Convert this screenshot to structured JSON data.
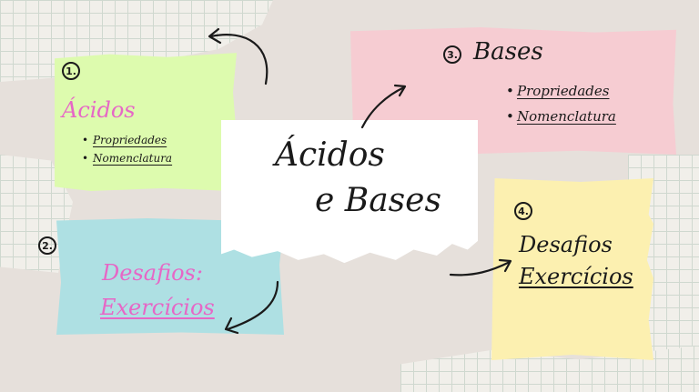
{
  "center": {
    "line1": "Ácidos",
    "line2": "e Bases"
  },
  "acidos": {
    "number": "1.",
    "title": "Ácidos",
    "items": [
      "Propriedades",
      "Nomenclatura"
    ],
    "title_color": "#e667c6"
  },
  "bases": {
    "number": "3.",
    "title": "Bases",
    "items": [
      "Propriedades",
      "Nomenclatura"
    ]
  },
  "desafios_left": {
    "number": "2.",
    "line1": "Desafios:",
    "line2": "Exercícios",
    "color": "#e667c6"
  },
  "desafios_right": {
    "number": "4.",
    "line1": "Desafios",
    "line2": "Exercícios"
  }
}
